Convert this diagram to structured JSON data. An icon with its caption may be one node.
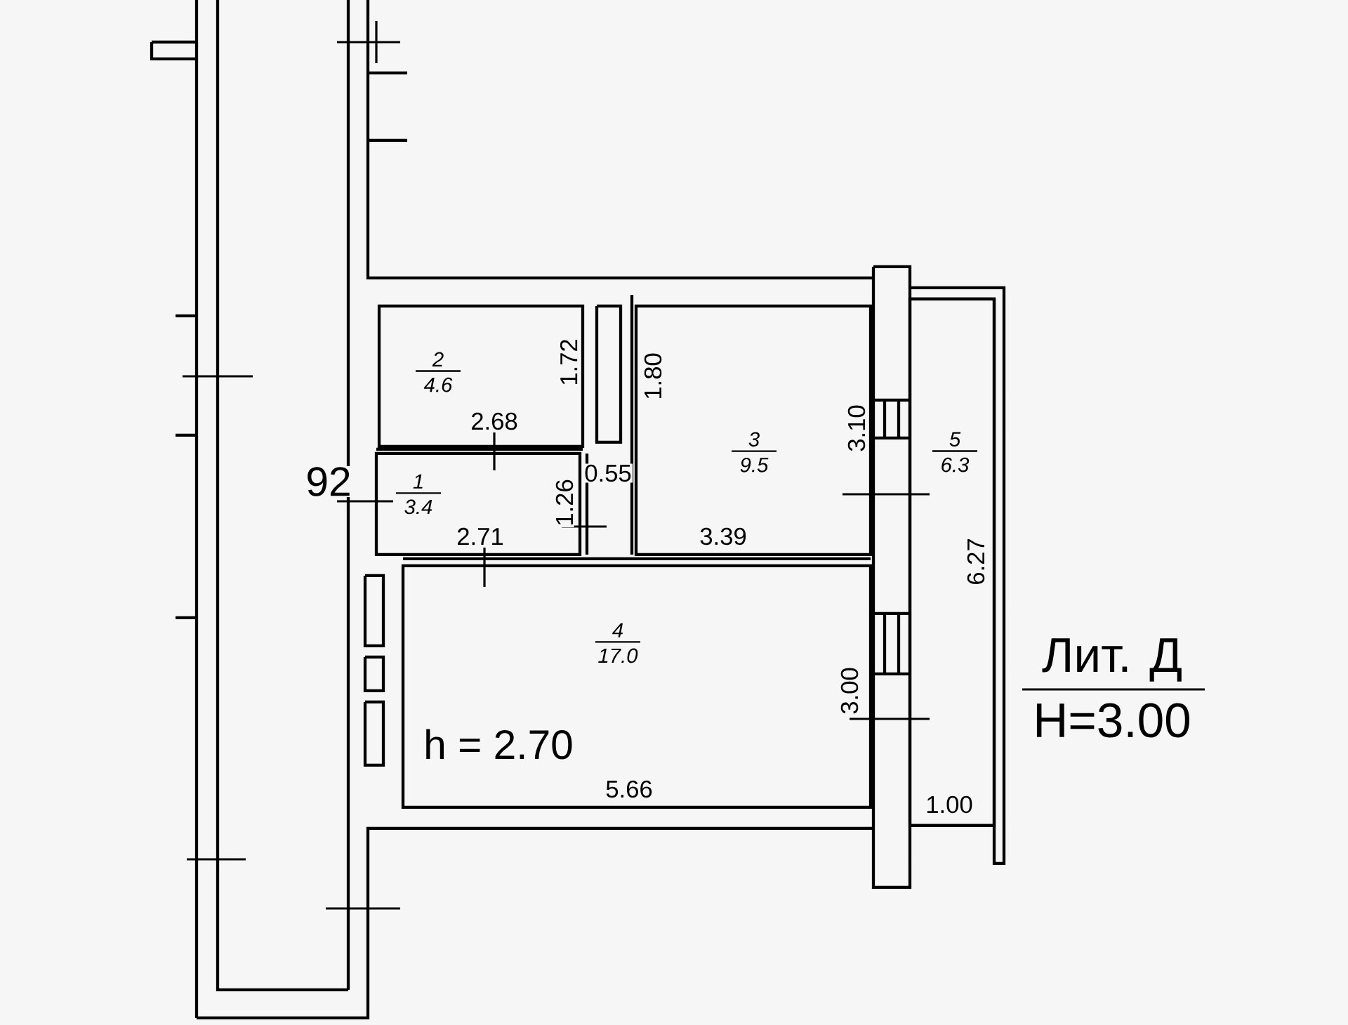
{
  "diagram": {
    "nodes": [
      {
        "text": [
          "2",
          "4.6"
        ]
      },
      {
        "text": [
          "3",
          "9.5"
        ]
      },
      {
        "text": [
          "5",
          "6.3"
        ]
      },
      {
        "text": [
          "1",
          "3.4"
        ]
      },
      {
        "text": [
          "4",
          "17.0"
        ]
      }
    ],
    "labels": [
      "1.72",
      "1.80",
      "2.68",
      "3.10",
      "92",
      "0.55",
      "1.26",
      "2.71",
      "3.39",
      "6.27",
      "3.00",
      "h = 2.70",
      "5.66",
      "1.00",
      "Лит. Д",
      "H=3.00"
    ]
  }
}
